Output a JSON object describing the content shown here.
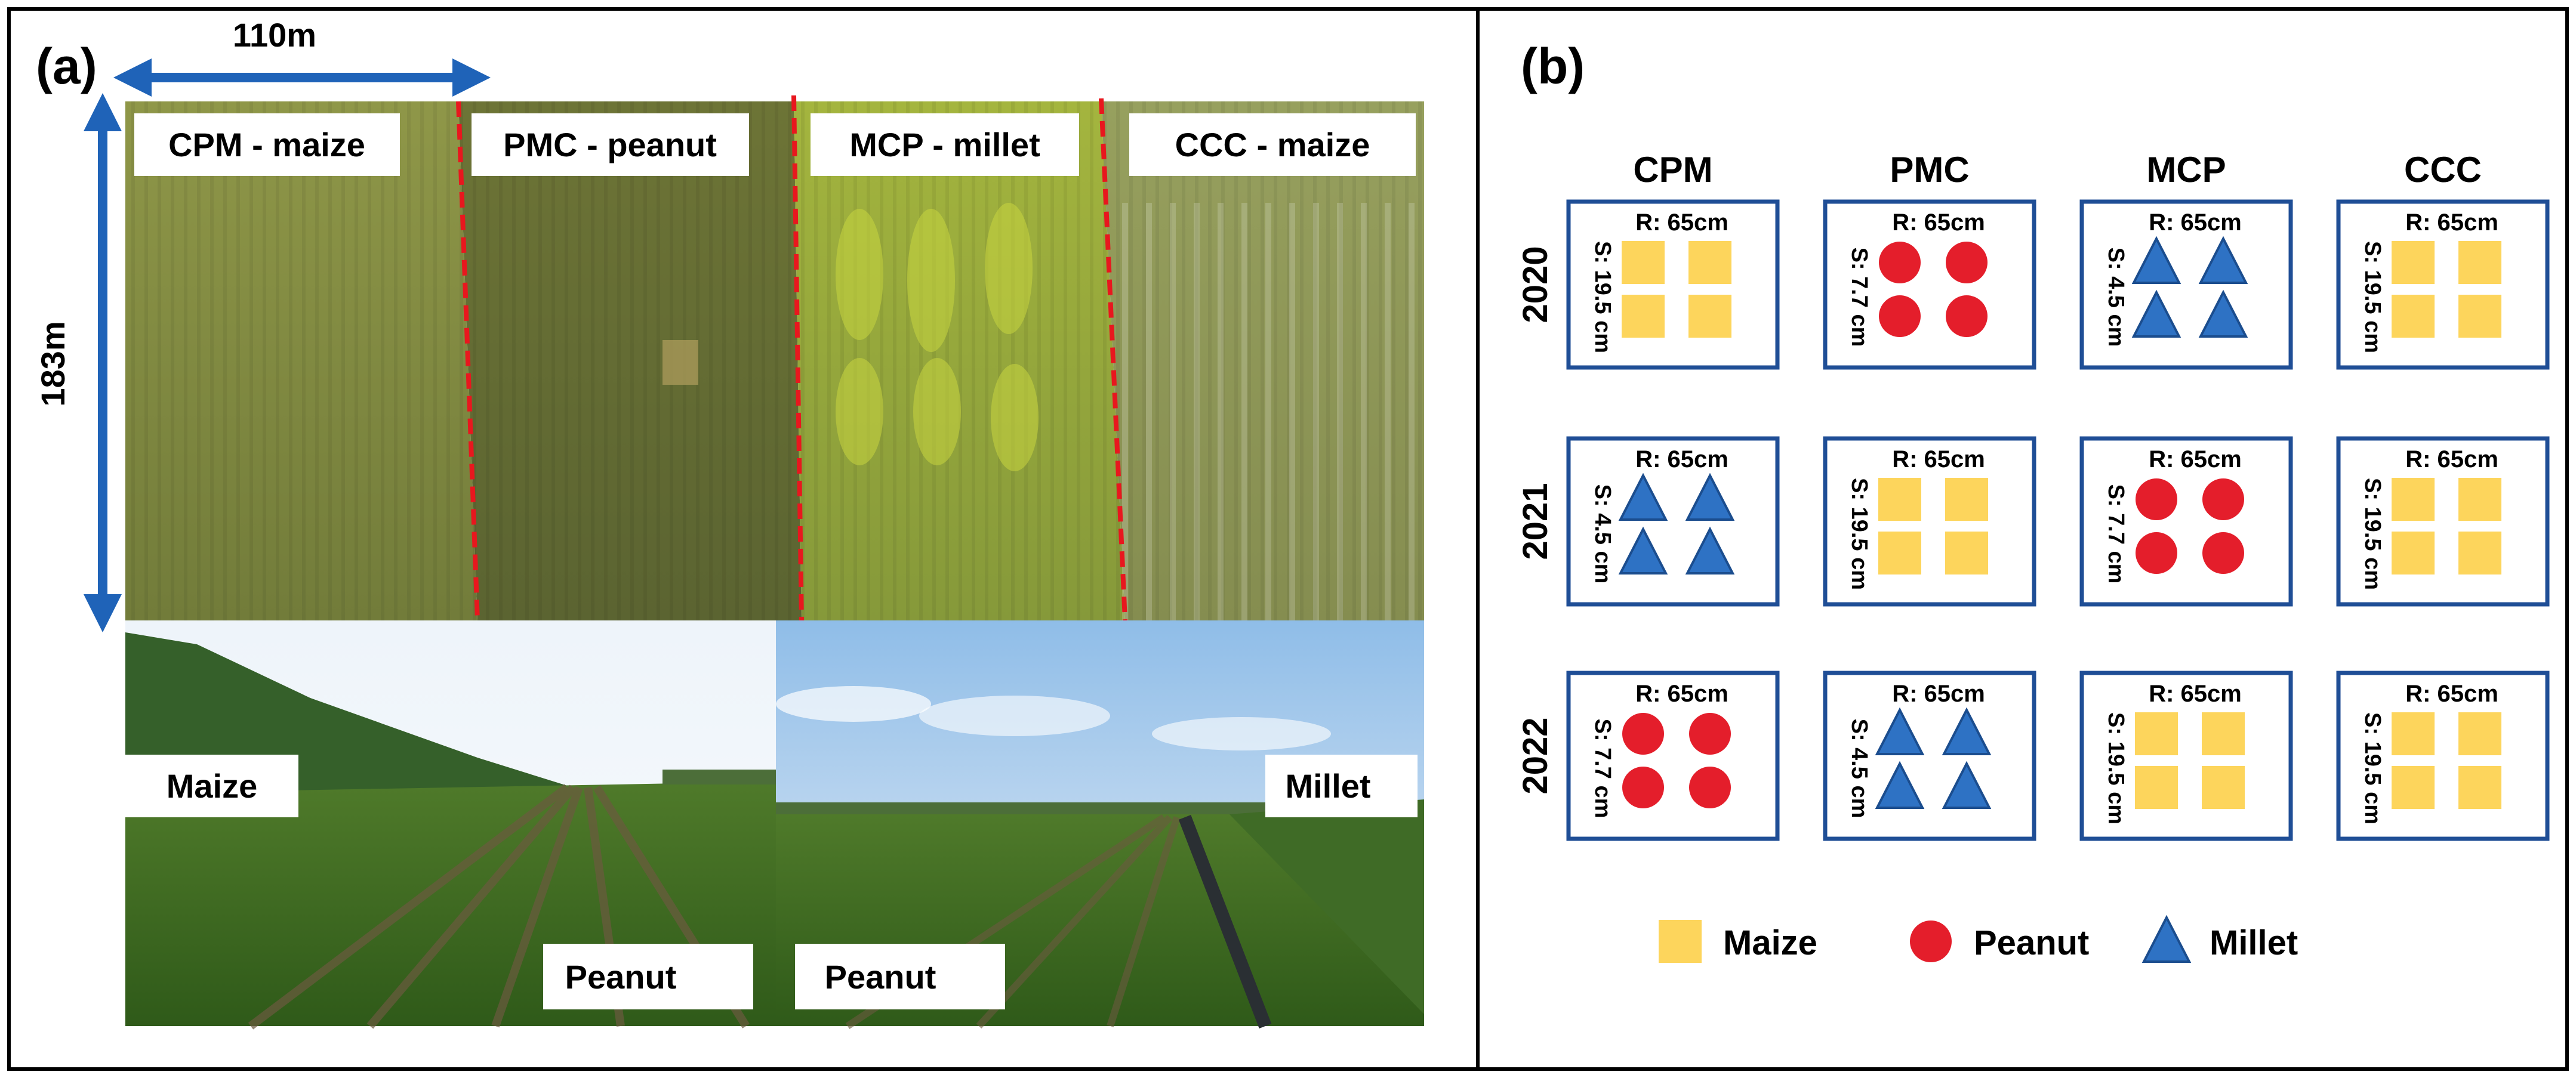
{
  "panel_a": {
    "label": "(a)",
    "width_label": "110m",
    "height_label": "183m",
    "strips": [
      {
        "label": "CPM - maize"
      },
      {
        "label": "PMC - peanut"
      },
      {
        "label": "MCP - millet"
      },
      {
        "label": "CCC - maize"
      }
    ],
    "photo_left": {
      "top_label": "Maize",
      "bottom_label": "Peanut"
    },
    "photo_right": {
      "top_label": "Millet",
      "bottom_label": "Peanut"
    }
  },
  "panel_b": {
    "label": "(b)",
    "columns": [
      "CPM",
      "PMC",
      "MCP",
      "CCC"
    ],
    "years": [
      "2020",
      "2021",
      "2022"
    ],
    "row_spacing_label": "R: 65cm",
    "crops": {
      "maize": {
        "label": "Maize",
        "spacing": "S: 19.5 cm",
        "shape": "square-icon",
        "color": "#FDD55C"
      },
      "peanut": {
        "label": "Peanut",
        "spacing": "S: 7.7 cm",
        "shape": "circle-icon",
        "color": "#E41E2B"
      },
      "millet": {
        "label": "Millet",
        "spacing": "S: 4.5 cm",
        "shape": "triangle-icon",
        "color": "#2E72C4"
      }
    },
    "grid": [
      [
        "maize",
        "peanut",
        "millet",
        "maize"
      ],
      [
        "millet",
        "maize",
        "peanut",
        "maize"
      ],
      [
        "peanut",
        "millet",
        "maize",
        "maize"
      ]
    ],
    "legend": [
      "maize",
      "peanut",
      "millet"
    ]
  },
  "colors": {
    "border": "#000000",
    "arrow": "#1F63B8",
    "cell_border": "#1F4E96",
    "divider": "#E8171E",
    "triangle_stroke": "#1B4D8E"
  }
}
